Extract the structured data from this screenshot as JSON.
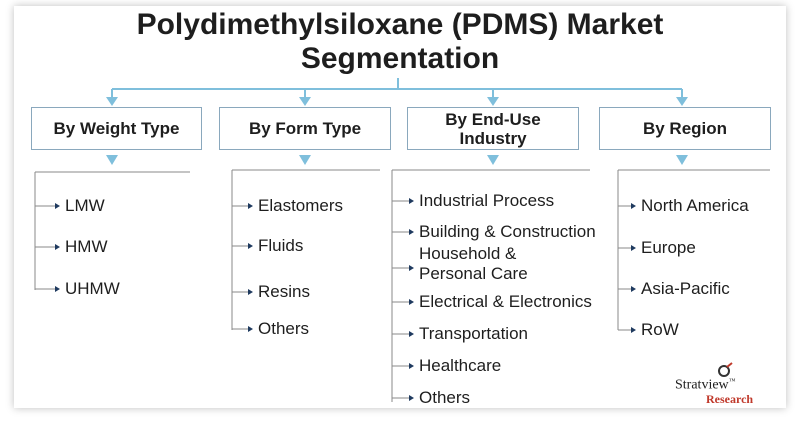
{
  "title_line1": "Polydimethylsiloxane (PDMS) Market",
  "title_line2": "Segmentation",
  "connector_color": "#7fbfdc",
  "arrow_color": "#1f3a5f",
  "categories": [
    {
      "label": "By Weight Type",
      "items": [
        "LMW",
        "HMW",
        "UHMW"
      ]
    },
    {
      "label": "By Form Type",
      "items": [
        "Elastomers",
        "Fluids",
        "Resins",
        "Others"
      ]
    },
    {
      "label": "By End-Use Industry",
      "items": [
        "Industrial Process",
        "Building & Construction",
        "Household & Personal Care",
        "Electrical & Electronics",
        "Transportation",
        "Healthcare",
        "Others"
      ]
    },
    {
      "label": "By Region",
      "items": [
        "North America",
        "Europe",
        "Asia-Pacific",
        "RoW"
      ]
    }
  ],
  "logo": {
    "name": "Stratview",
    "trademark": "™",
    "sub": "Research"
  }
}
